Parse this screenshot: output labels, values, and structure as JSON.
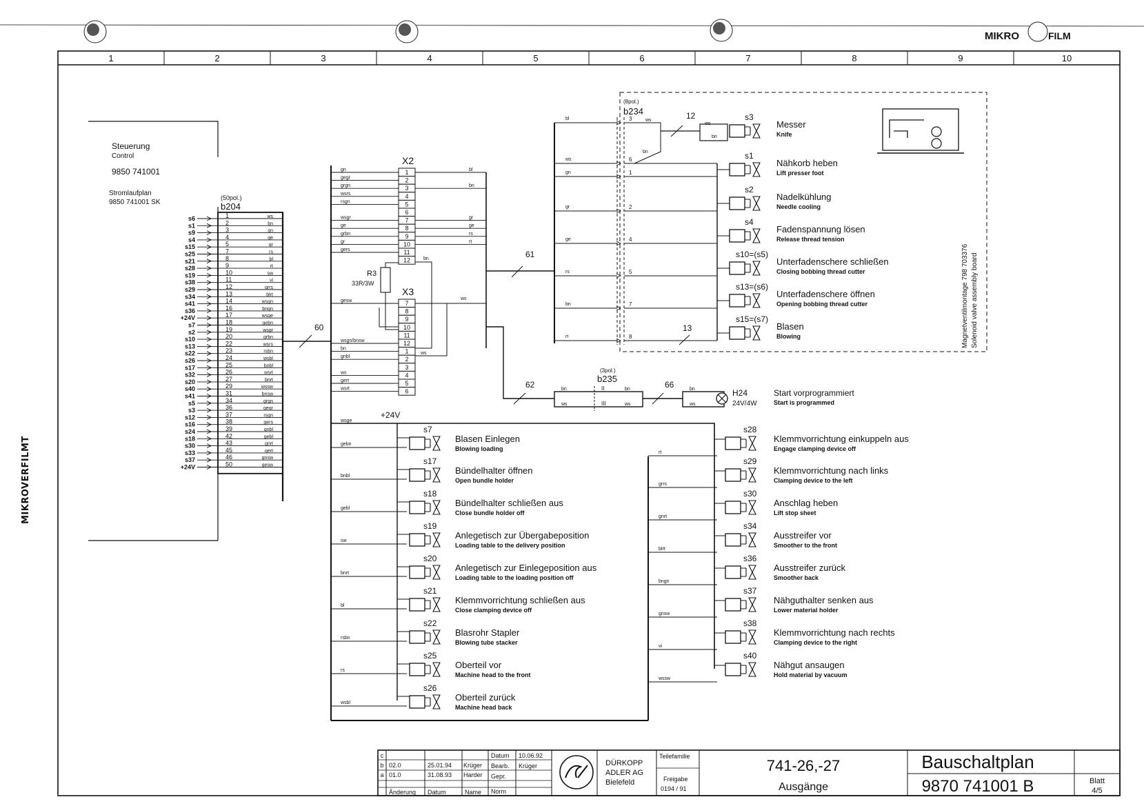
{
  "brand_top": "MIKRO",
  "brand_suffix": "FILM",
  "side_mark": "MIKROVERFILMT",
  "columns": [
    "1",
    "2",
    "3",
    "4",
    "5",
    "6",
    "7",
    "8",
    "9",
    "10"
  ],
  "control": {
    "title": "Steuerung",
    "title_en": "Control",
    "number": "9850 741001",
    "plan_label": "Stromlaufplan",
    "plan_number": "9850 741001 SK"
  },
  "b204": {
    "pol": "(50pol.)",
    "name": "b204",
    "pins": [
      {
        "sig": "s6",
        "pin": "1",
        "w": "ws"
      },
      {
        "sig": "s1",
        "pin": "2",
        "w": "bn"
      },
      {
        "sig": "s9",
        "pin": "3",
        "w": "gn"
      },
      {
        "sig": "s4",
        "pin": "4",
        "w": "ge"
      },
      {
        "sig": "s15",
        "pin": "5",
        "w": "gr"
      },
      {
        "sig": "s25",
        "pin": "7",
        "w": "rs"
      },
      {
        "sig": "s21",
        "pin": "8",
        "w": "bl"
      },
      {
        "sig": "s28",
        "pin": "9",
        "w": "rt"
      },
      {
        "sig": "s19",
        "pin": "10",
        "w": "sw"
      },
      {
        "sig": "s38",
        "pin": "11",
        "w": "vi"
      },
      {
        "sig": "s29",
        "pin": "12",
        "w": "grrs"
      },
      {
        "sig": "s34",
        "pin": "13",
        "w": "blrt"
      },
      {
        "sig": "s41",
        "pin": "14",
        "w": "wsgn"
      },
      {
        "sig": "s36",
        "pin": "16",
        "w": "bngn"
      },
      {
        "sig": "+24V",
        "pin": "17",
        "w": "wsge"
      },
      {
        "sig": "s7",
        "pin": "18",
        "w": "gebn"
      },
      {
        "sig": "s2",
        "pin": "19",
        "w": "wsgr"
      },
      {
        "sig": "s10",
        "pin": "20",
        "w": "grbn"
      },
      {
        "sig": "s13",
        "pin": "22",
        "w": "wsrs"
      },
      {
        "sig": "s22",
        "pin": "23",
        "w": "rsbn"
      },
      {
        "sig": "s26",
        "pin": "24",
        "w": "wsbl"
      },
      {
        "sig": "s17",
        "pin": "25",
        "w": "bnbl"
      },
      {
        "sig": "s32",
        "pin": "26",
        "w": "wsrt"
      },
      {
        "sig": "s20",
        "pin": "27",
        "w": "bnrt"
      },
      {
        "sig": "s40",
        "pin": "29",
        "w": "wssw"
      },
      {
        "sig": "s41",
        "pin": "31",
        "w": "bnsw"
      },
      {
        "sig": "s5",
        "pin": "34",
        "w": "grgn"
      },
      {
        "sig": "s3",
        "pin": "36",
        "w": "gegr"
      },
      {
        "sig": "s12",
        "pin": "37",
        "w": "rsgn"
      },
      {
        "sig": "s16",
        "pin": "38",
        "w": "gers"
      },
      {
        "sig": "s24",
        "pin": "39",
        "w": "gnbl"
      },
      {
        "sig": "s18",
        "pin": "42",
        "w": "gebl"
      },
      {
        "sig": "s30",
        "pin": "43",
        "w": "gnrt"
      },
      {
        "sig": "s33",
        "pin": "45",
        "w": "gert"
      },
      {
        "sig": "s37",
        "pin": "46",
        "w": "gnsw"
      },
      {
        "sig": "+24V",
        "pin": "50",
        "w": "gesw"
      }
    ]
  },
  "cables": {
    "c60": "60",
    "c61": "61",
    "c62": "62",
    "c66": "66",
    "c12": "12",
    "c13": "13"
  },
  "x2": {
    "name": "X2",
    "left": [
      "gn",
      "gegr",
      "grgn",
      "wsrs",
      "rsgn",
      "",
      "wsgr",
      "ge",
      "grbn",
      "gr",
      "gers",
      ""
    ],
    "right": [
      "bl",
      "",
      "bn",
      "",
      "",
      "",
      "gr",
      "ge",
      "rs",
      "rt",
      "",
      ""
    ]
  },
  "x3": {
    "name": "X3",
    "left": [
      "gesw",
      "",
      "",
      "",
      "",
      "wsgn/bnsw",
      "bn",
      "gnbl",
      "",
      "ws",
      "gert",
      "wsrt"
    ],
    "pins": [
      "7",
      "8",
      "9",
      "10",
      "11",
      "12",
      "1",
      "2",
      "3",
      "4",
      "5",
      "6"
    ]
  },
  "resistor": {
    "name": "R3",
    "value": "33R/3W"
  },
  "wires_x2_extra": {
    "bn": "bn",
    "ws": "ws",
    "ws2": "ws"
  },
  "b234": {
    "pol": "(8pol.)",
    "name": "b234",
    "rows": [
      {
        "w": "bl",
        "pin": "3"
      },
      {
        "w": "ws",
        "pin": "6"
      },
      {
        "w": "gn",
        "pin": "1"
      },
      {
        "w": "gr",
        "pin": "2"
      },
      {
        "w": "ge",
        "pin": "4"
      },
      {
        "w": "rs",
        "pin": "5"
      },
      {
        "w": "bn",
        "pin": "7"
      },
      {
        "w": "rt",
        "pin": "8"
      }
    ],
    "top_ws": "ws",
    "bn6": "bn"
  },
  "valves_top": [
    {
      "id": "s3",
      "de": "Messer",
      "en": "Knife"
    },
    {
      "id": "s1",
      "de": "Nähkorb heben",
      "en": "Lift presser foot"
    },
    {
      "id": "s2",
      "de": "Nadelkühlung",
      "en": "Needle cooling"
    },
    {
      "id": "s4",
      "de": "Fadenspannung lösen",
      "en": "Release thread tension"
    },
    {
      "id": "s10=(s5)",
      "de": "Unterfadenschere schließen",
      "en": "Closing bobbing thread cutter"
    },
    {
      "id": "s13=(s6)",
      "de": "Unterfadenschere öffnen",
      "en": "Opening bobbing thread cutter"
    },
    {
      "id": "s15=(s7)",
      "de": "Blasen",
      "en": "Blowing"
    }
  ],
  "s3_wires": {
    "a": "ws",
    "b": "bn"
  },
  "side_board": {
    "de": "Magnetventilmontage  798 703376",
    "en": "Solenoid valve assembly board"
  },
  "b235": {
    "pol": "(3pol.)",
    "name": "b235",
    "p1": "II",
    "p2": "III",
    "wbn": "bn",
    "wws": "ws"
  },
  "lamp": {
    "id": "H24",
    "rating": "24V/4W",
    "de": "Start vorprogrammiert",
    "en": "Start is programmed",
    "wbn": "bn",
    "wws": "ws"
  },
  "supply": {
    "label": "+24V",
    "wire": "wsge"
  },
  "valves_left": [
    {
      "id": "s7",
      "w": "gebn",
      "de": "Blasen Einlegen",
      "en": "Blowing loading"
    },
    {
      "id": "s17",
      "w": "bnbl",
      "de": "Bündelhalter öffnen",
      "en": "Open bundle holder"
    },
    {
      "id": "s18",
      "w": "gebl",
      "de": "Bündelhalter schließen aus",
      "en": "Close bundle holder off"
    },
    {
      "id": "s19",
      "w": "sw",
      "de": "Anlegetisch zur Übergabeposition",
      "en": "Loading table to the delivery position"
    },
    {
      "id": "s20",
      "w": "bnrt",
      "de": "Anlegetisch zur Einlegeposition aus",
      "en": "Loading table to the loading position off"
    },
    {
      "id": "s21",
      "w": "bl",
      "de": "Klemmvorrichtung schließen aus",
      "en": "Close clamping device off"
    },
    {
      "id": "s22",
      "w": "rsbn",
      "de": "Blasrohr Stapler",
      "en": "Blowing tube stacker"
    },
    {
      "id": "s25",
      "w": "rs",
      "de": "Oberteil vor",
      "en": "Machine head to the front"
    },
    {
      "id": "s26",
      "w": "wsbl",
      "de": "Oberteil zurück",
      "en": "Machine head back"
    }
  ],
  "valves_right": [
    {
      "id": "s28",
      "w": "rt",
      "de": "Klemmvorrichtung einkuppeln aus",
      "en": "Engage clamping device off"
    },
    {
      "id": "s29",
      "w": "grrs",
      "de": "Klemmvorrichtung nach links",
      "en": "Clamping device to the left"
    },
    {
      "id": "s30",
      "w": "gnrt",
      "de": "Anschlag heben",
      "en": "Lift stop sheet"
    },
    {
      "id": "s34",
      "w": "blrt",
      "de": "Ausstreifer vor",
      "en": "Smoother to the front"
    },
    {
      "id": "s36",
      "w": "bngn",
      "de": "Ausstreifer zurück",
      "en": "Smoother back"
    },
    {
      "id": "s37",
      "w": "gnsw",
      "de": "Nähguthalter senken aus",
      "en": "Lower material holder"
    },
    {
      "id": "s38",
      "w": "vi",
      "de": "Klemmvorrichtung nach rechts",
      "en": "Clamping device to the right"
    },
    {
      "id": "s40",
      "w": "wssw",
      "de": "Nähgut ansaugen",
      "en": "Hold material by vacuum"
    }
  ],
  "title_block": {
    "rev_letters": [
      "c",
      "b",
      "a"
    ],
    "revs": [
      {
        "v": "",
        "d": "",
        "n": ""
      },
      {
        "v": "02.0",
        "d": "25.01.94",
        "n": "Krüger"
      },
      {
        "v": "01.0",
        "d": "31.08.93",
        "n": "Harder"
      }
    ],
    "hdr_change": "Änderung",
    "hdr_date": "Datum",
    "hdr_name": "Name",
    "datum_label": "Datum",
    "datum_value": "10.06.92",
    "bearb_label": "Bearb.",
    "bearb_value": "Krüger",
    "gepr_label": "Gepr.",
    "norm_label": "Norm",
    "company1": "DÜRKOPP",
    "company2": "ADLER AG",
    "company3": "Bielefeld",
    "family_label": "Teilefamilie",
    "release_label": "Freigabe",
    "release_value": "0194 / 91",
    "model": "741-26,-27",
    "subject": "Ausgänge",
    "doc_title": "Bauschaltplan",
    "doc_number": "9870 741001 B",
    "sheet_label": "Blatt",
    "sheet_value": "4/5"
  }
}
